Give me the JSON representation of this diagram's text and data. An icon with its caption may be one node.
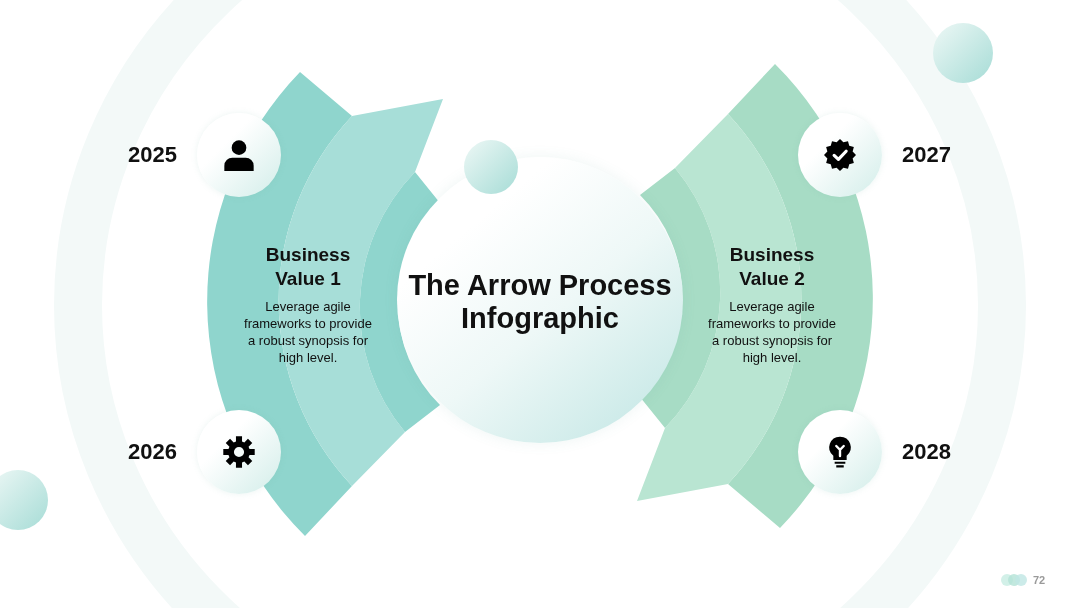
{
  "diagram": {
    "nodes": [
      {
        "text": [
          "The Arrow Process Infographic"
        ]
      },
      {
        "text": [
          "Business Value 1",
          "Leverage agile frameworks to provide a robust synopsis for high level."
        ]
      },
      {
        "text": [],
        "shape": "circle",
        "beside": [
          "2025"
        ]
      },
      {
        "text": [],
        "shape": "circle",
        "beside": [
          "2026"
        ]
      },
      {
        "text": [
          "Business Value 2",
          "Leverage agile frameworks to provide a robust synopsis for high level."
        ]
      },
      {
        "text": [],
        "shape": "circle",
        "beside": [
          "2027"
        ]
      },
      {
        "text": [],
        "shape": "circle",
        "beside": [
          "2028"
        ]
      }
    ],
    "labels": [
      "72"
    ]
  }
}
